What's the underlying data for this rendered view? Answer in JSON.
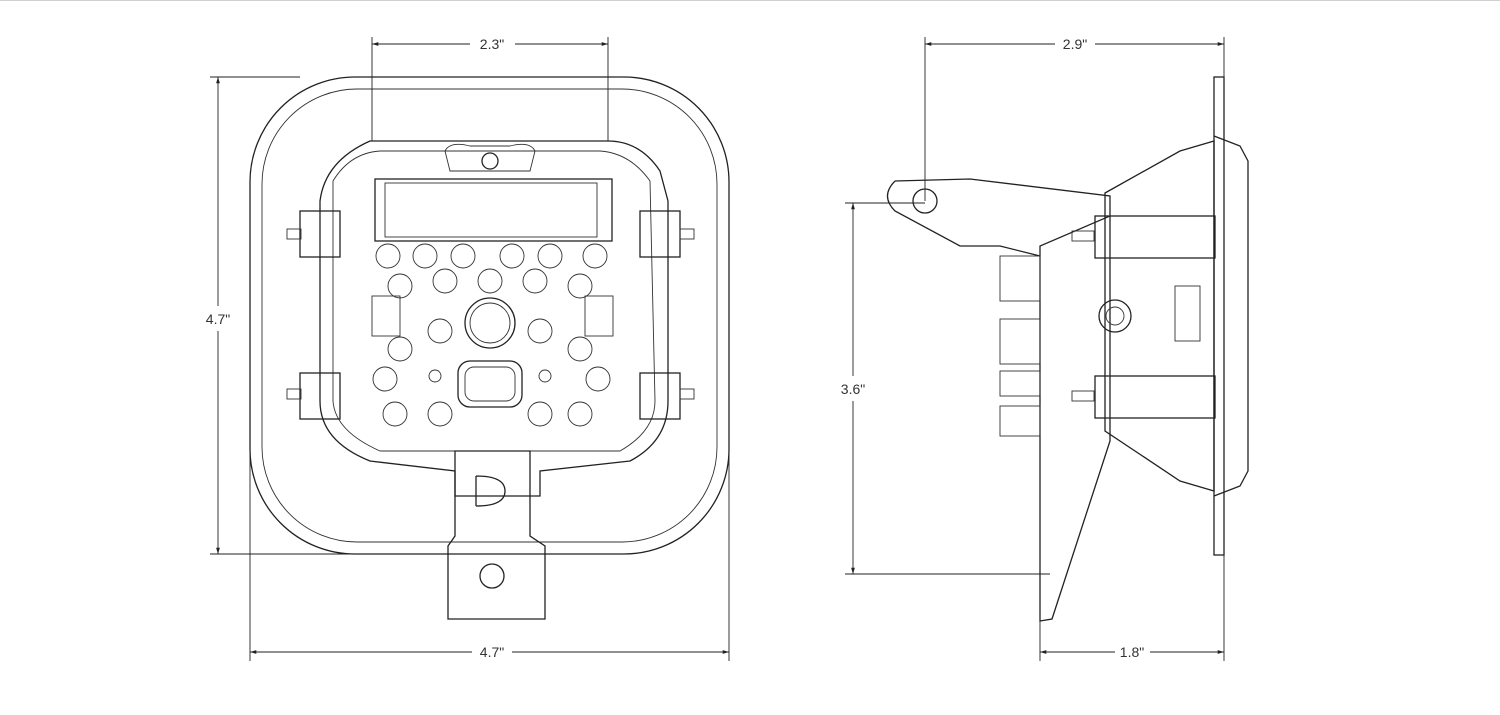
{
  "dimensions": {
    "front_top_width": "2.3\"",
    "front_height": "4.7\"",
    "front_width": "4.7\"",
    "side_width": "2.9\"",
    "side_mount_height": "3.6\"",
    "side_depth": "1.8\""
  },
  "colors": {
    "line": "#222222",
    "background": "#ffffff"
  }
}
